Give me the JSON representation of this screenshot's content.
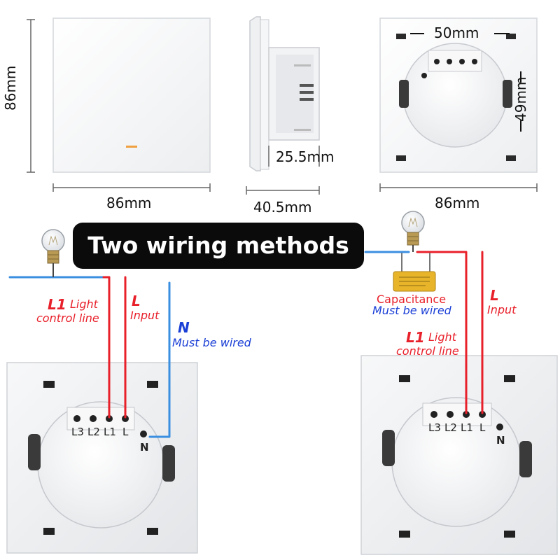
{
  "dimensions": {
    "front_height": "86mm",
    "front_width": "86mm",
    "side_depth_inner": "25.5mm",
    "side_depth_total": "40.5mm",
    "back_mount_width": "50mm",
    "back_mount_height": "49mm",
    "back_width": "86mm"
  },
  "banner": {
    "title": "Two wiring methods"
  },
  "left_wiring": {
    "l1_label": "L1",
    "l1_desc_1": "Light",
    "l1_desc_2": "control line",
    "l_label": "L",
    "l_desc": "Input",
    "n_label": "N",
    "n_desc": "Must be wired",
    "terminals": [
      "L3",
      "L2",
      "L1",
      "L"
    ],
    "n_terminal": "N"
  },
  "right_wiring": {
    "cap_label": "Capacitance",
    "cap_desc": "Must be wired",
    "l1_label": "L1",
    "l1_desc_1": "Light",
    "l1_desc_2": "control line",
    "l_label": "L",
    "l_desc": "Input",
    "terminals": [
      "L3",
      "L2",
      "L1",
      "L"
    ],
    "n_terminal": "N"
  },
  "colors": {
    "live_wire": "#e8202a",
    "neutral_wire": "#3b8fe0",
    "banner_bg": "#0b0b0b"
  }
}
